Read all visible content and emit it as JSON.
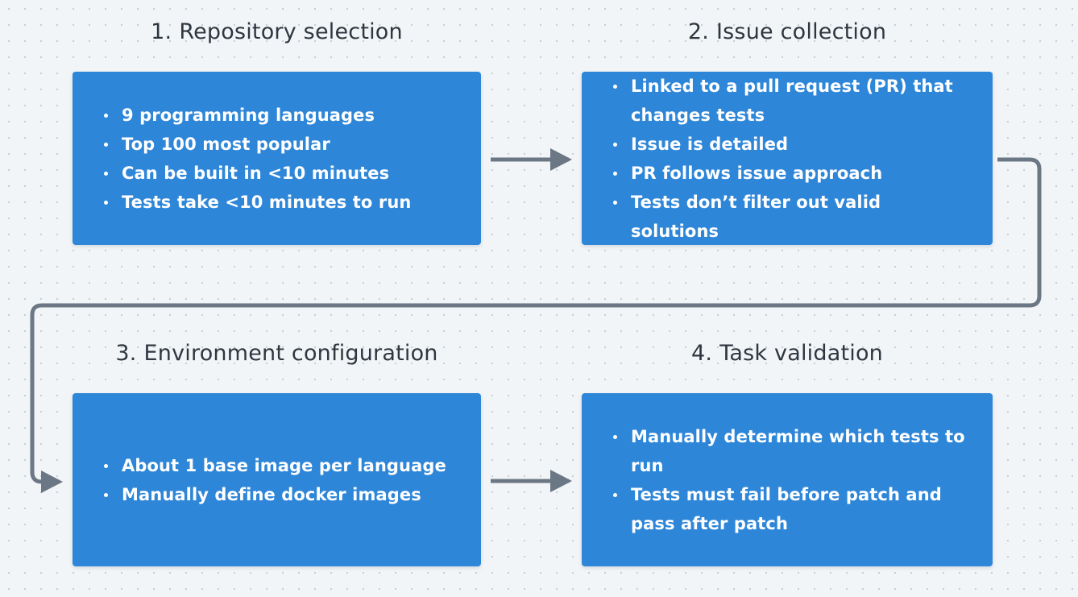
{
  "diagram": {
    "type": "flowchart",
    "background_color": "#f2f5f7",
    "card_color": "#2e86d8",
    "connector_color": "#6b7785",
    "title_color": "#2f3640",
    "stages": [
      {
        "number": "1.",
        "title": "Repository selection",
        "bullets": [
          "9 programming languages",
          "Top 100 most popular",
          "Can be built in <10 minutes",
          "Tests take <10 minutes to run"
        ]
      },
      {
        "number": "2.",
        "title": "Issue collection",
        "bullets": [
          "Linked to a pull request (PR) that changes tests",
          "Issue is detailed",
          "PR follows issue approach",
          "Tests don’t filter out valid solutions"
        ]
      },
      {
        "number": "3.",
        "title": "Environment configuration",
        "bullets": [
          "About 1 base image per language",
          "Manually define docker images"
        ]
      },
      {
        "number": "4.",
        "title": "Task validation",
        "bullets": [
          "Manually determine which tests to run",
          "Tests must fail before patch and pass after patch"
        ]
      }
    ],
    "connectors": [
      {
        "name": "stage-1-to-stage-2",
        "shape": "straight-arrow-right"
      },
      {
        "name": "stage-2-to-stage-3",
        "shape": "elbow-right-down-left-arrow"
      },
      {
        "name": "stage-3-to-stage-4",
        "shape": "straight-arrow-right"
      }
    ]
  }
}
